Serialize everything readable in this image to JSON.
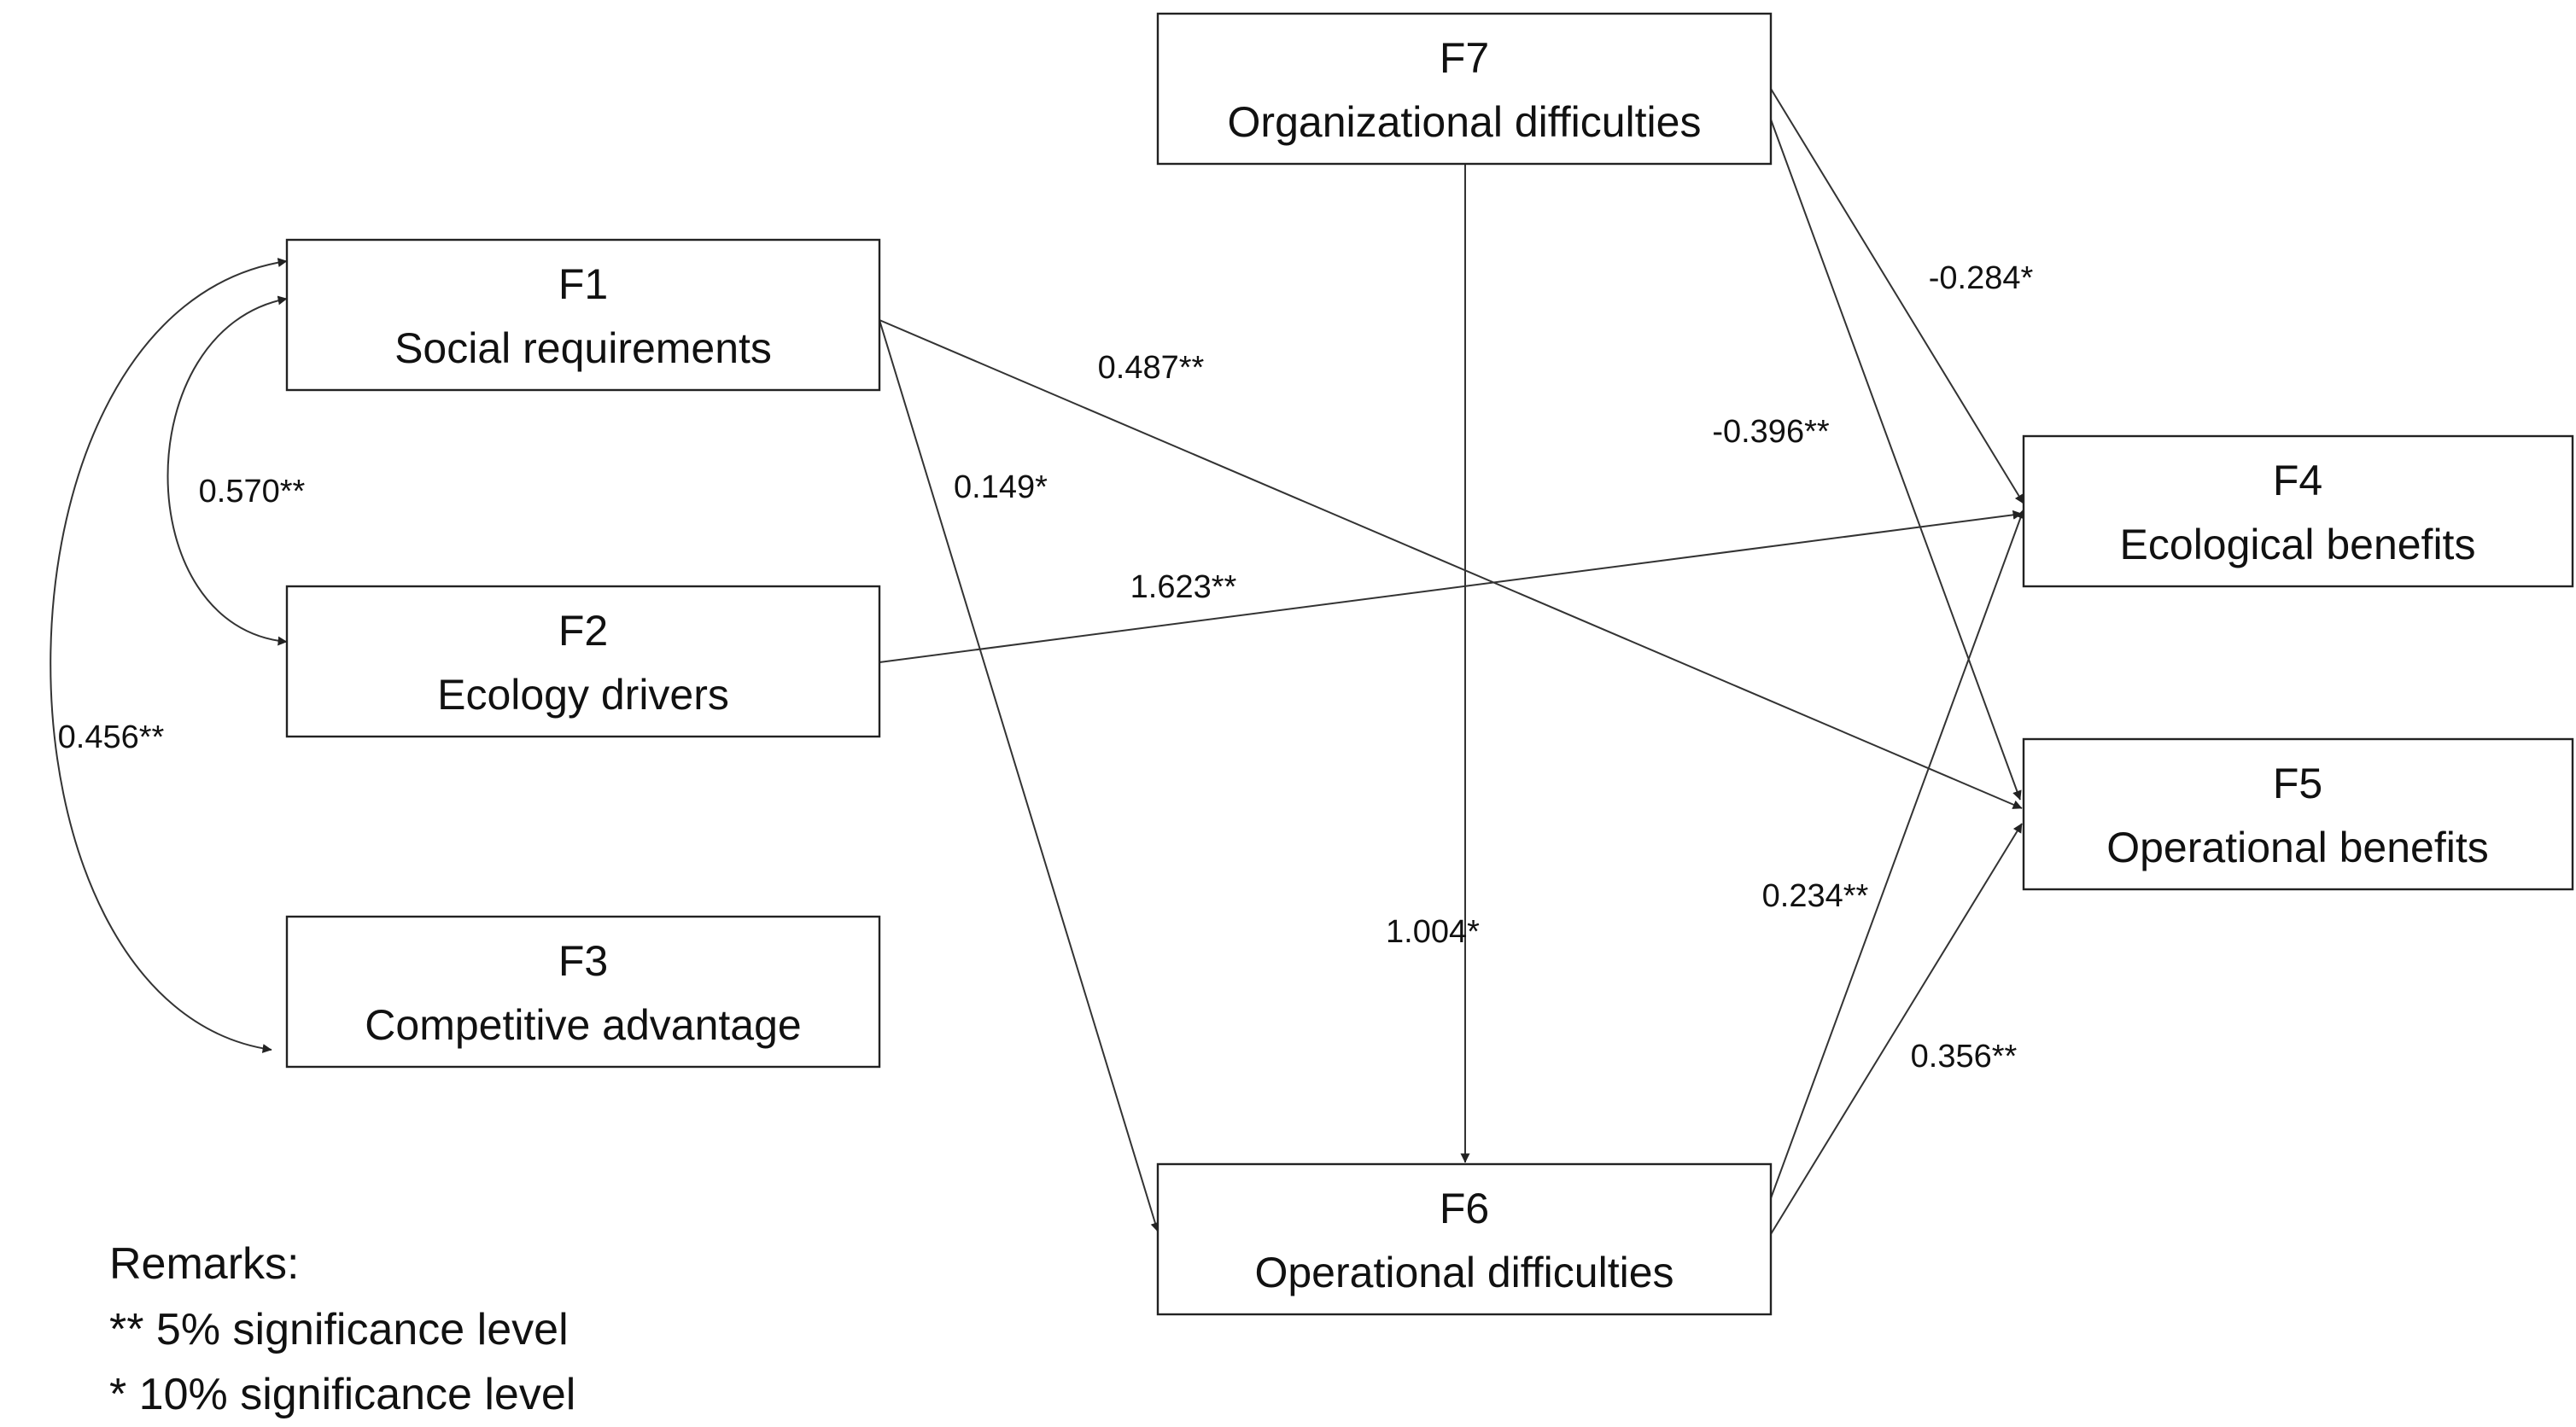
{
  "nodes": {
    "f1": {
      "id": "F1",
      "label": "Social requirements"
    },
    "f2": {
      "id": "F2",
      "label": "Ecology drivers"
    },
    "f3": {
      "id": "F3",
      "label": "Competitive advantage"
    },
    "f4": {
      "id": "F4",
      "label": "Ecological benefits"
    },
    "f5": {
      "id": "F5",
      "label": "Operational benefits"
    },
    "f6": {
      "id": "F6",
      "label": "Operational difficulties"
    },
    "f7": {
      "id": "F7",
      "label": "Organizational difficulties"
    }
  },
  "edges": {
    "f1_f2": {
      "from": "F1",
      "to": "F2",
      "type": "covariance",
      "value": "0.570**"
    },
    "f1_f3": {
      "from": "F1",
      "to": "F3",
      "type": "covariance",
      "value": "0.456**"
    },
    "f1_f5": {
      "from": "F1",
      "to": "F5",
      "type": "path",
      "value": "0.487**"
    },
    "f1_f6": {
      "from": "F1",
      "to": "F6",
      "type": "path",
      "value": "0.149*"
    },
    "f2_f4": {
      "from": "F2",
      "to": "F4",
      "type": "path",
      "value": "1.623**"
    },
    "f7_f4": {
      "from": "F7",
      "to": "F4",
      "type": "path",
      "value": "-0.284*"
    },
    "f7_f5": {
      "from": "F7",
      "to": "F5",
      "type": "path",
      "value": "-0.396**"
    },
    "f7_f6": {
      "from": "F7",
      "to": "F6",
      "type": "path",
      "value": "1.004*"
    },
    "f6_f4": {
      "from": "F6",
      "to": "F4",
      "type": "path",
      "value": "0.234**"
    },
    "f6_f5": {
      "from": "F6",
      "to": "F5",
      "type": "path",
      "value": "0.356**"
    }
  },
  "remarks": {
    "title": "Remarks:",
    "line1": "** 5% significance level",
    "line2": "* 10% significance level"
  },
  "colors": {
    "stroke": "#222222",
    "text": "#111111",
    "background": "#ffffff"
  }
}
